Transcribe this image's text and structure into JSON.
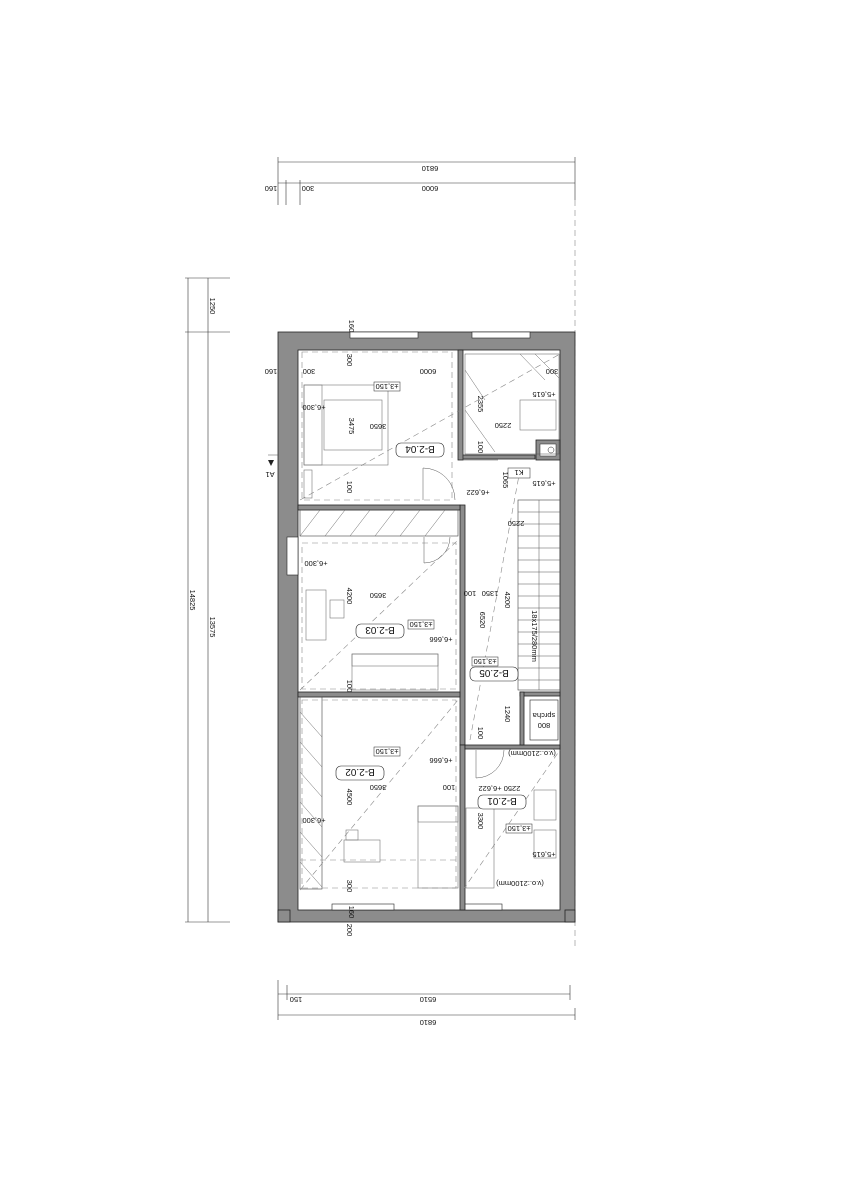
{
  "dimensions": {
    "top_total": "6810",
    "top_left_wall": "160",
    "top_wall_b": "300",
    "top_main": "6000",
    "left_top_gap": "1250",
    "left_total": "14825",
    "left_inner": "13575",
    "bottom_wall": "150",
    "bottom_main": "6510",
    "bottom_total": "6810",
    "wall_top": "160",
    "wall_bottom_a": "160",
    "wall_bottom_b": "200"
  },
  "rooms": [
    {
      "id": "B-2.04",
      "level": "±3,150",
      "ceiling": "+6,300",
      "width": "3650",
      "depth": "3475",
      "w1": "300",
      "w2": "6000",
      "w3": "160",
      "w4": "300",
      "w5": "100"
    },
    {
      "id": "B-2.03",
      "level": "±3,150",
      "ceiling": "+6,300",
      "width": "3650",
      "depth": "4200",
      "mark": "+6,666",
      "w5": "100"
    },
    {
      "id": "B-2.02",
      "level": "±3,150",
      "ceiling": "+6,300",
      "width": "3650",
      "depth": "4500",
      "mark": "+6,666",
      "w1": "100",
      "w2": "300"
    },
    {
      "id": "B-2.05",
      "level": "±3,150",
      "width": "1350",
      "depth": "6520",
      "d2": "4200",
      "d3": "1240",
      "w1": "100",
      "w2": "100",
      "w3": "100"
    },
    {
      "id": "B-2.01",
      "level": "±3,150",
      "width": "2250",
      "depth": "3300",
      "mark": "+6,622",
      "ceiling": "+5,615",
      "note": "(v.o.:2100mm)",
      "note2": "(v.o.:2100mm)"
    }
  ],
  "upper_right": {
    "level": "+5,615",
    "w": "2250",
    "d": "2355",
    "w2": "300",
    "d2": "100"
  },
  "hall_mark": "+6,622",
  "hall_level2": "+5,615",
  "hall_dims": {
    "h1": "1065",
    "h2": "2250"
  },
  "stairs": {
    "label": "18x175/280mm",
    "k": "K1"
  },
  "shaft": {
    "label": "sprcha",
    "value": "800"
  },
  "section_marker": "A1"
}
